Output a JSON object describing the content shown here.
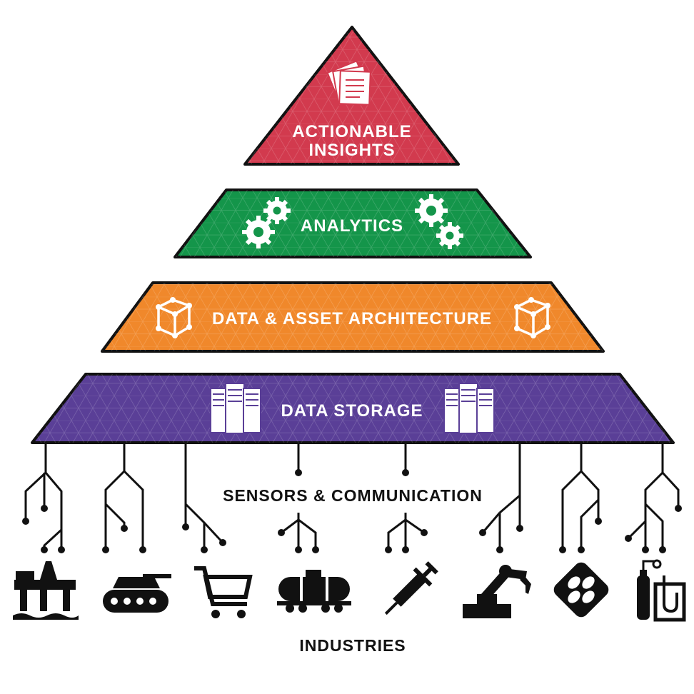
{
  "pyramid": {
    "tiers": [
      {
        "lines": [
          "ACTIONABLE",
          "INSIGHTS"
        ],
        "color": "#d23a4e",
        "icon": "documents-icon"
      },
      {
        "lines": [
          "ANALYTICS"
        ],
        "color": "#14954a",
        "icon": "gears-icon"
      },
      {
        "lines": [
          "DATA & ASSET ARCHITECTURE"
        ],
        "color": "#f0882b",
        "icon": "cube-icon"
      },
      {
        "lines": [
          "DATA STORAGE"
        ],
        "color": "#5a3f97",
        "icon": "server-icon"
      }
    ]
  },
  "sensors_label": "SENSORS & COMMUNICATION",
  "industries": {
    "label": "INDUSTRIES",
    "icons": [
      "oil-rig-icon",
      "tank-icon",
      "shopping-cart-icon",
      "tank-car-icon",
      "syringe-icon",
      "robot-arm-icon",
      "pill-pack-icon",
      "lab-gas-icon"
    ]
  },
  "colors": {
    "outline": "#111111",
    "text_dark": "#111111",
    "text_light": "#ffffff"
  }
}
